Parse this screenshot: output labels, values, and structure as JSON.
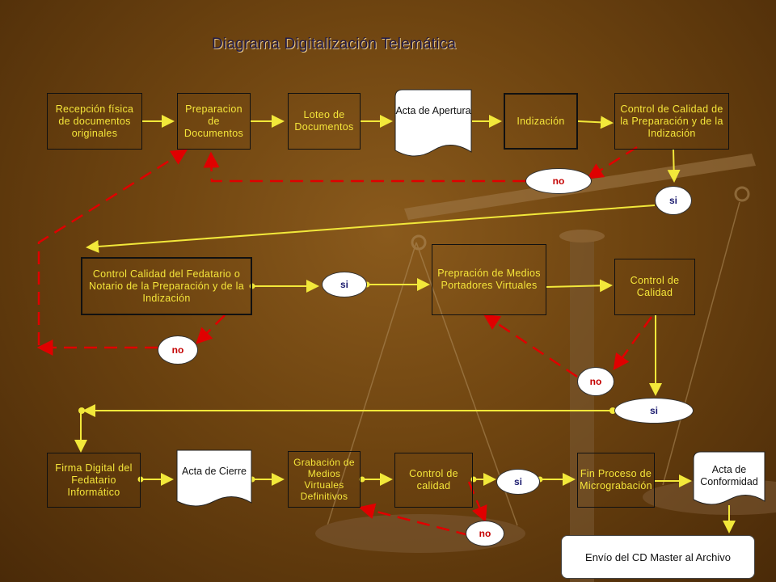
{
  "title": "Diagrama Digitalización Telemática",
  "colors": {
    "box_text": "#f5e63a",
    "flow_arrow": "#f2e83a",
    "return_arrow": "#e00000",
    "background": "#6e4410"
  },
  "steps": {
    "recepcion": "Recepción física de documentos originales",
    "preparacion": "Preparacion de Documentos",
    "loteo": "Loteo de Documentos",
    "acta_apertura": "Acta de Apertura",
    "indizacion": "Indización",
    "control_calidad_prep": "Control de Calidad de la Preparación y de la Indización",
    "control_fedatario": "Control Calidad del Fedatario o Notario de la Preparación y de la Indización",
    "preparacion_medios": "Prepración de Medios Portadores Virtuales",
    "control_calidad_1": "Control de Calidad",
    "firma_digital": "Firma Digital del Fedatario Informático",
    "acta_cierre": "Acta de Cierre",
    "grabacion": "Grabación de Medios Virtuales Definitivos",
    "control_calidad_2": "Control de calidad",
    "fin_proceso": "Fin Proceso de Micrograbación",
    "acta_conformidad": "Acta de Conformidad",
    "envio": "Envío del CD Master al Archivo"
  },
  "decisions": {
    "yes": "si",
    "no": "no"
  }
}
